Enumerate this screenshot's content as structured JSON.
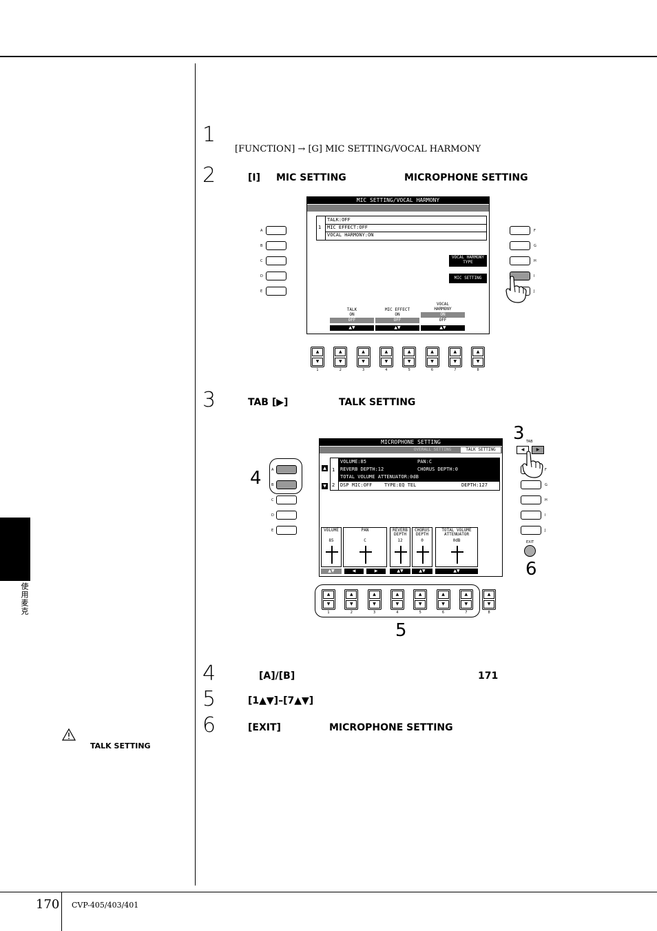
{
  "page": {
    "number": "170",
    "model": "CVP-405/403/401",
    "side_tab": "使用麦克"
  },
  "steps": [
    {
      "num": "1",
      "text": "[FUNCTION] → [G] MIC SETTING/VOCAL HARMONY"
    },
    {
      "num": "2",
      "part_a": "[I]",
      "part_b": "MIC SETTING",
      "part_c": "MICROPHONE SETTING"
    },
    {
      "num": "3",
      "part_a": "TAB [▶]",
      "part_b": "TALK SETTING"
    },
    {
      "num": "4",
      "part_a": "[A]/[B]",
      "part_b": "171"
    },
    {
      "num": "5",
      "part_a": "[1▲▼]–[7▲▼]"
    },
    {
      "num": "6",
      "part_a": "[EXIT]",
      "part_b": "MICROPHONE SETTING"
    }
  ],
  "caution": {
    "icon": "warning-triangle-icon",
    "text": "TALK SETTING"
  },
  "screen1": {
    "title": "MIC SETTING/VOCAL HARMONY",
    "rows": [
      "TALK:OFF",
      "MIC EFFECT:OFF",
      "VOCAL HARMONY:ON"
    ],
    "row_index": "1",
    "right_btn_1": "VOCAL HARMONY TYPE",
    "right_btn_2": "MIC SETTING",
    "talk_label": "TALK",
    "talk_on": "ON",
    "talk_off": "OFF",
    "mic_effect_label": "MIC EFFECT",
    "mic_effect_on": "ON",
    "mic_effect_off": "OFF",
    "vocal_harmony_label": "VOCAL HARMONY",
    "vocal_harmony_on": "ON",
    "vocal_harmony_off": "OFF",
    "left_buttons": [
      "A",
      "B",
      "C",
      "D",
      "E"
    ],
    "right_buttons": [
      "F",
      "G",
      "H",
      "I",
      "J"
    ],
    "bottom_buttons": [
      "1",
      "2",
      "3",
      "4",
      "5",
      "6",
      "7",
      "8"
    ]
  },
  "screen2": {
    "title": "MICROPHONE SETTING",
    "tab_inactive": "OVERALL SETTING",
    "tab_active": "TALK SETTING",
    "row1_index": "1",
    "row1_left_a": "VOLUME:85",
    "row1_right_a": "PAN:C",
    "row1_left_b": "REVERB DEPTH:12",
    "row1_right_b": "CHORUS DEPTH:0",
    "row1_full": "TOTAL VOLUME ATTENUATOR:0dB",
    "row2_index": "2",
    "row2_text_a": "DSP MIC:OFF",
    "row2_text_b": "TYPE:EQ TEL",
    "row2_text_c": "DEPTH:127",
    "sliders": [
      {
        "label": "VOLUME",
        "value": "85"
      },
      {
        "label": "PAN",
        "value": "C"
      },
      {
        "label": "REVERB DEPTH",
        "value": "12"
      },
      {
        "label": "CHORUS DEPTH",
        "value": "0"
      },
      {
        "label": "TOTAL VOLUME ATTENUATOR",
        "value": "0dB"
      }
    ],
    "tab_label": "TAB",
    "exit_label": "EXIT",
    "callouts": [
      "3",
      "4",
      "5",
      "6"
    ],
    "left_buttons": [
      "A",
      "B",
      "C",
      "D",
      "E"
    ],
    "right_buttons": [
      "F",
      "G",
      "H",
      "I",
      "J"
    ],
    "bottom_buttons": [
      "1",
      "2",
      "3",
      "4",
      "5",
      "6",
      "7",
      "8"
    ]
  }
}
